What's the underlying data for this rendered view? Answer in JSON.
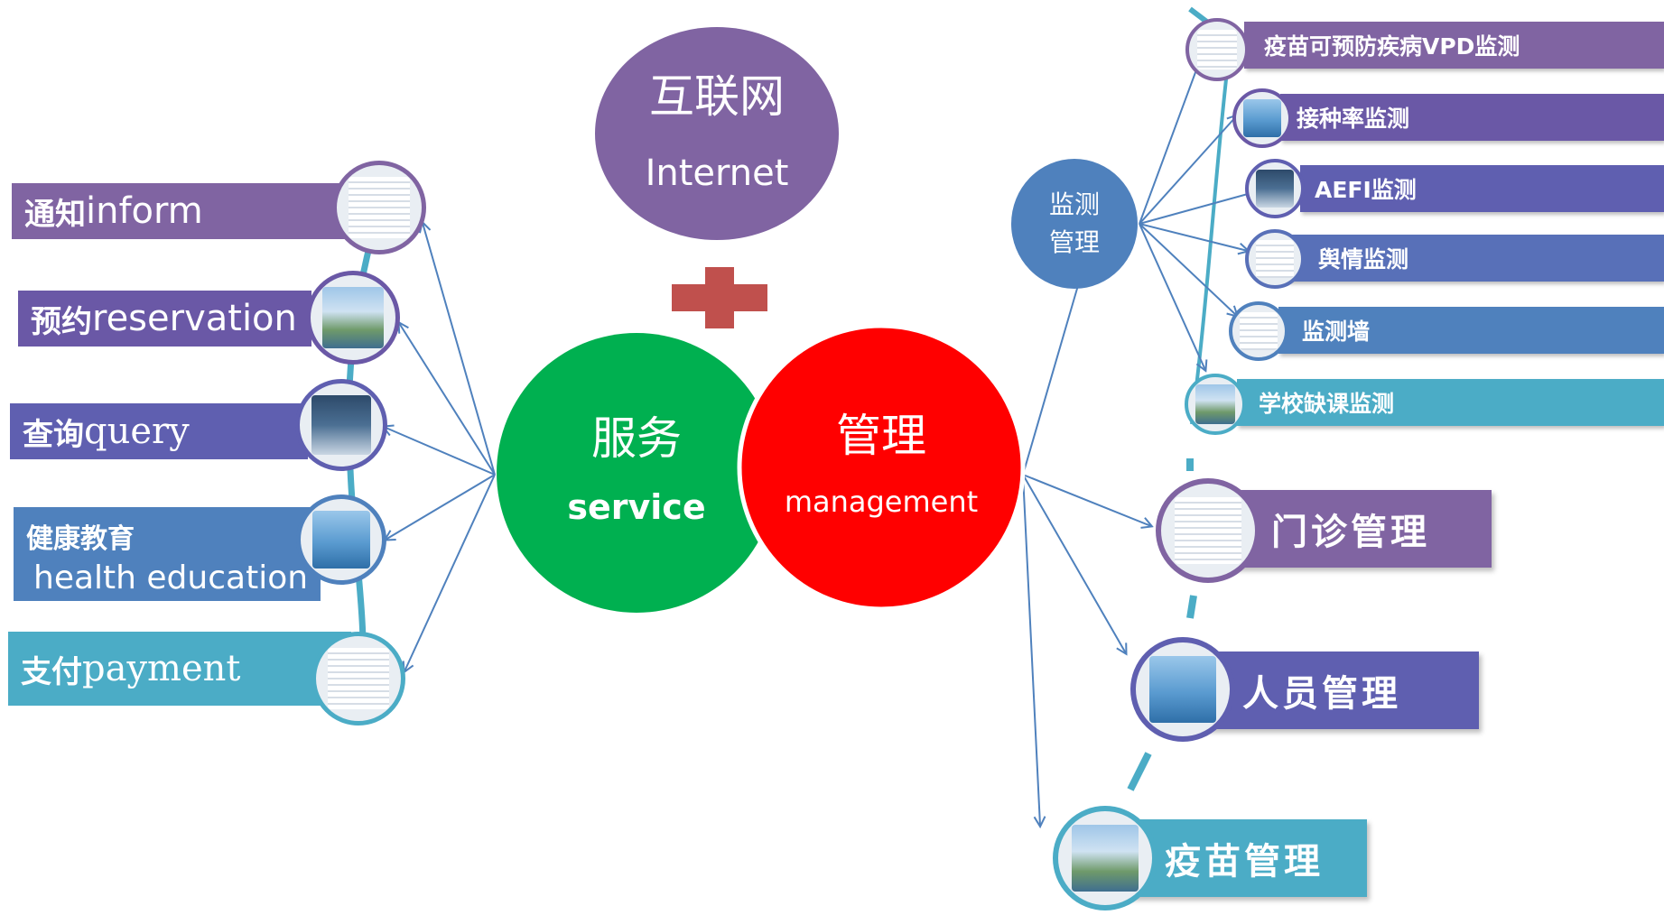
{
  "center": {
    "internet": {
      "zh": "互联网",
      "en": "Internet"
    },
    "plus_icon": "plus-icon",
    "service": {
      "zh": "服务",
      "en": "service"
    },
    "management": {
      "zh": "管理",
      "en": "management"
    }
  },
  "left_items": [
    {
      "zh": "通知",
      "en": "inform"
    },
    {
      "zh": "预约",
      "en": "reservation"
    },
    {
      "zh": "查询",
      "en": "query"
    },
    {
      "zh": "健康教育",
      "en": "health education"
    },
    {
      "zh": "支付",
      "en": "payment"
    }
  ],
  "monitor_node": {
    "line1": "监测",
    "line2": "管理"
  },
  "monitor_items": [
    "疫苗可预防疾病VPD监测",
    "接种率监测",
    "AEFI监测",
    "舆情监测",
    "监测墙",
    "学校缺课监测"
  ],
  "management_items": [
    "门诊管理",
    "人员管理",
    "疫苗管理"
  ],
  "colors": {
    "internet": "#8064a2",
    "service": "#00b050",
    "management": "#ff0000",
    "plus": "#c0504d",
    "monitor": "#4f81bd",
    "arrow": "#4f81bd",
    "connector": "#4bacc6"
  }
}
